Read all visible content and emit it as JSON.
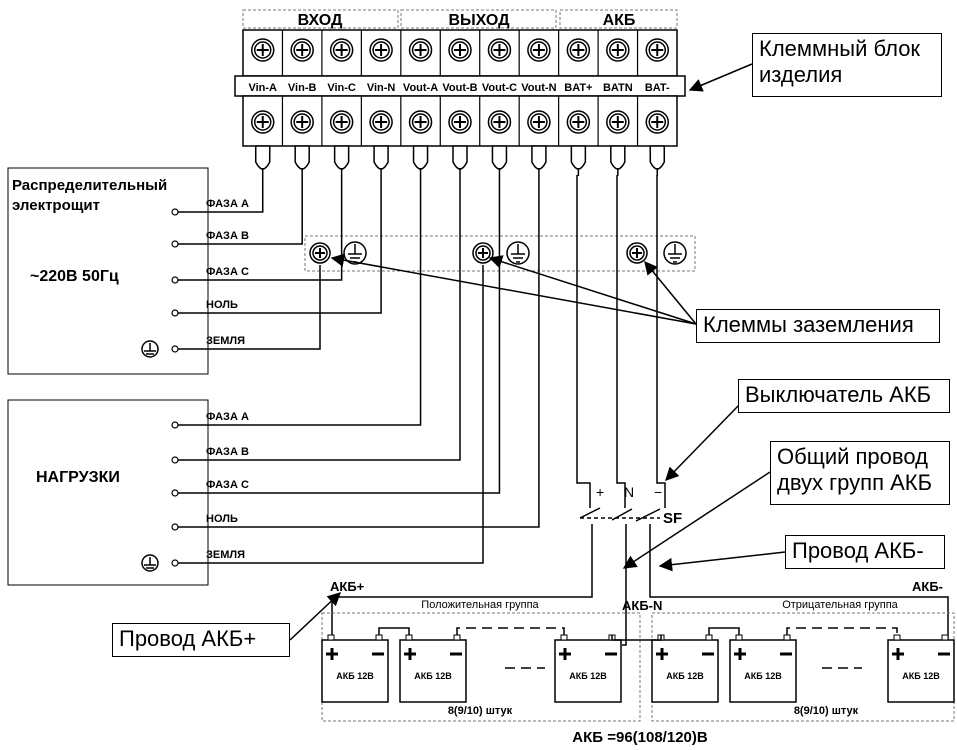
{
  "header": {
    "groups": [
      "ВХОД",
      "ВЫХОД",
      "АКБ"
    ],
    "terminals": [
      "Vin-A",
      "Vin-B",
      "Vin-C",
      "Vin-N",
      "Vout-A",
      "Vout-B",
      "Vout-C",
      "Vout-N",
      "BAT+",
      "BATN",
      "BAT-"
    ]
  },
  "distribution": {
    "title_line1": "Распределительный",
    "title_line2": "электрощит",
    "voltage": "~220В 50Гц",
    "labels": [
      "ФАЗА А",
      "ФАЗА В",
      "ФАЗА С",
      "НОЛЬ",
      "ЗЕМЛЯ"
    ]
  },
  "loads": {
    "title": "НАГРУЗКИ",
    "labels": [
      "ФАЗА А",
      "ФАЗА В",
      "ФАЗА С",
      "НОЛЬ",
      "ЗЕМЛЯ"
    ]
  },
  "switch": {
    "plus": "+",
    "n": "N",
    "minus": "−",
    "sf": "SF"
  },
  "battery": {
    "plus_wire": "АКБ+",
    "minus_wire": "АКБ-",
    "n_wire": "АКБ-N",
    "pos_group": "Положительная группа",
    "neg_group": "Отрицательная группа",
    "cell_label": "АКБ 12В",
    "count": "8(9/10) штук",
    "total": "АКБ =96(108/120)В"
  },
  "callouts": {
    "terminal_block": "Клеммный блок изделия",
    "ground_terminals": "Клеммы заземления",
    "battery_switch": "Выключатель АКБ",
    "common_wire": "Общий провод двух групп АКБ",
    "minus_wire": "Провод АКБ-",
    "plus_wire": "Провод АКБ+"
  }
}
